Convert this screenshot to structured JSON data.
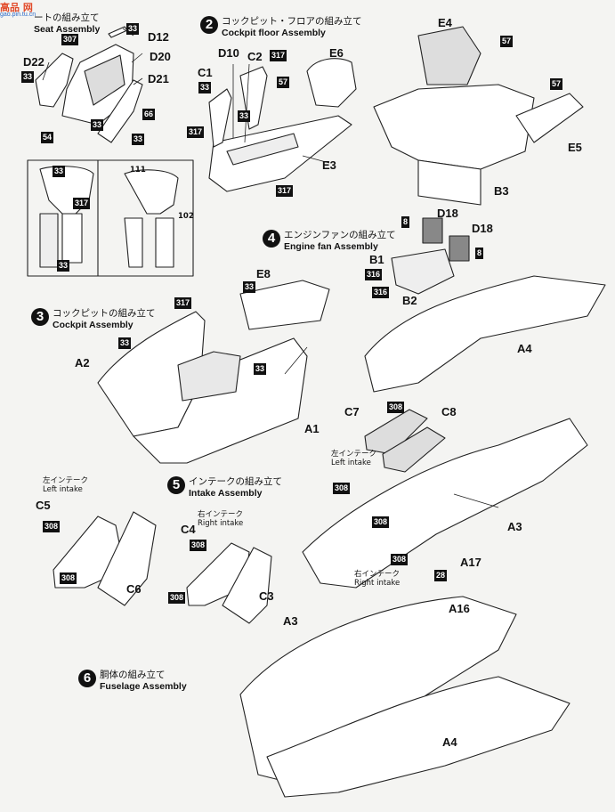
{
  "watermark": {
    "logo": "高品 网",
    "url": "gao.pin.tu.cn"
  },
  "steps": [
    {
      "num": "",
      "jp": "ートの組み立て",
      "en": "Seat Assembly"
    },
    {
      "num": "2",
      "jp": "コックピット・フロアの組み立て",
      "en": "Cockpit floor Assembly"
    },
    {
      "num": "3",
      "jp": "コックピットの組み立て",
      "en": "Cockpit Assembly"
    },
    {
      "num": "4",
      "jp": "エンジンファンの組み立て",
      "en": "Engine fan Assembly"
    },
    {
      "num": "5",
      "jp": "インテークの組み立て",
      "en": "Intake Assembly"
    },
    {
      "num": "6",
      "jp": "胴体の組み立て",
      "en": "Fuselage Assembly"
    }
  ],
  "intake_notes": {
    "left1": {
      "jp": "左インテーク",
      "en": "Left intake"
    },
    "right1": {
      "jp": "右インテーク",
      "en": "Right intake"
    },
    "left2": {
      "jp": "左インテーク",
      "en": "Left intake"
    },
    "right2": {
      "jp": "右インテーク",
      "en": "Right intake"
    }
  },
  "parts": {
    "D12": "D12",
    "D20": "D20",
    "D21": "D21",
    "D22": "D22",
    "C1": "C1",
    "D10": "D10",
    "C2": "C2",
    "E6": "E6",
    "E3": "E3",
    "E4": "E4",
    "E5": "E5",
    "B3": "B3",
    "E8": "E8",
    "A2": "A2",
    "A1": "A1",
    "D18a": "D18",
    "D18b": "D18",
    "B1": "B1",
    "B2": "B2",
    "A4a": "A4",
    "C7": "C7",
    "C8": "C8",
    "A3a": "A3",
    "A17": "A17",
    "A16": "A16",
    "C5": "C5",
    "C6": "C6",
    "C4": "C4",
    "C3": "C3",
    "A3b": "A3",
    "A4b": "A4"
  },
  "paints": {
    "p307": "307",
    "p33a": "33",
    "p33b": "33",
    "p33c": "33",
    "p54": "54",
    "p66": "66",
    "p33d": "33",
    "p33e": "33",
    "p317a": "317",
    "p317b": "317",
    "p57a": "57",
    "p33f": "33",
    "p317c": "317",
    "p57b": "57",
    "p57c": "57",
    "p33g": "33",
    "p317d": "317",
    "p33h": "33",
    "p33i": "33",
    "p317e": "317",
    "p33j": "33",
    "p33k": "33",
    "p8a": "8",
    "p8b": "8",
    "p316a": "316",
    "p316b": "316",
    "p308a": "308",
    "p308b": "308",
    "p308c": "308",
    "p308d": "308",
    "p28": "28",
    "p308e": "308",
    "p308f": "308",
    "p308g": "308",
    "p308h": "308"
  },
  "decals": {
    "d1": "111",
    "d2": "102"
  }
}
